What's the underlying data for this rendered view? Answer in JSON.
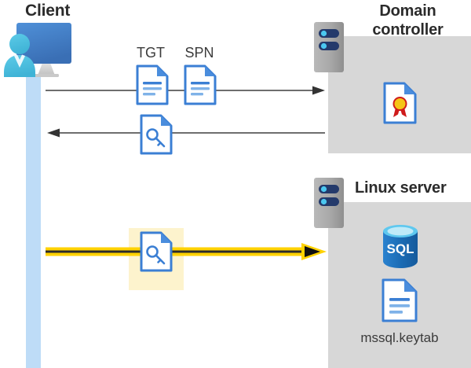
{
  "diagram": {
    "title_client": "Client",
    "title_domain_controller": "Domain controller",
    "title_linux_server": "Linux server",
    "labels": {
      "tgt": "TGT",
      "spn": "SPN",
      "keytab_file": "mssql.keytab",
      "sql_text": "SQL"
    },
    "icons": {
      "client_workstation": "monitor-user-icon",
      "tgt_document": "document-icon",
      "spn_document": "document-icon",
      "ticket_key_document": "document-key-icon",
      "kerberos_key_document": "document-key-icon",
      "domain_controller_server": "server-rack-icon",
      "linux_server": "server-rack-icon",
      "certificate": "certificate-document-icon",
      "sql_database": "sql-database-icon",
      "keytab_document": "document-icon"
    },
    "flows": [
      {
        "id": "request",
        "from": "Client",
        "to": "Domain controller",
        "direction": "right",
        "carries": [
          "TGT",
          "SPN"
        ],
        "color": "#595959"
      },
      {
        "id": "response",
        "from": "Domain controller",
        "to": "Client",
        "direction": "left",
        "carries": [
          "service ticket"
        ],
        "color": "#404040"
      },
      {
        "id": "authenticate",
        "from": "Client",
        "to": "Linux server",
        "direction": "right",
        "carries": [
          "service ticket"
        ],
        "color": "#ffd200",
        "highlighted": true
      }
    ],
    "colors": {
      "panel": "#d7d7d7",
      "lifeline": "#bedcf7",
      "highlight_band": "#fdf3cd",
      "accent_yellow": "#ffd200",
      "doc_blue": "#3b7fd4",
      "sql_blue": "#1b6cb5",
      "server_grey": "#a6a6a6",
      "server_navy": "#243a6b",
      "seal_gold": "#f5c518",
      "seal_red": "#cf1b1b",
      "arrow_grey": "#595959",
      "text_dark": "#2b2b2b"
    }
  }
}
